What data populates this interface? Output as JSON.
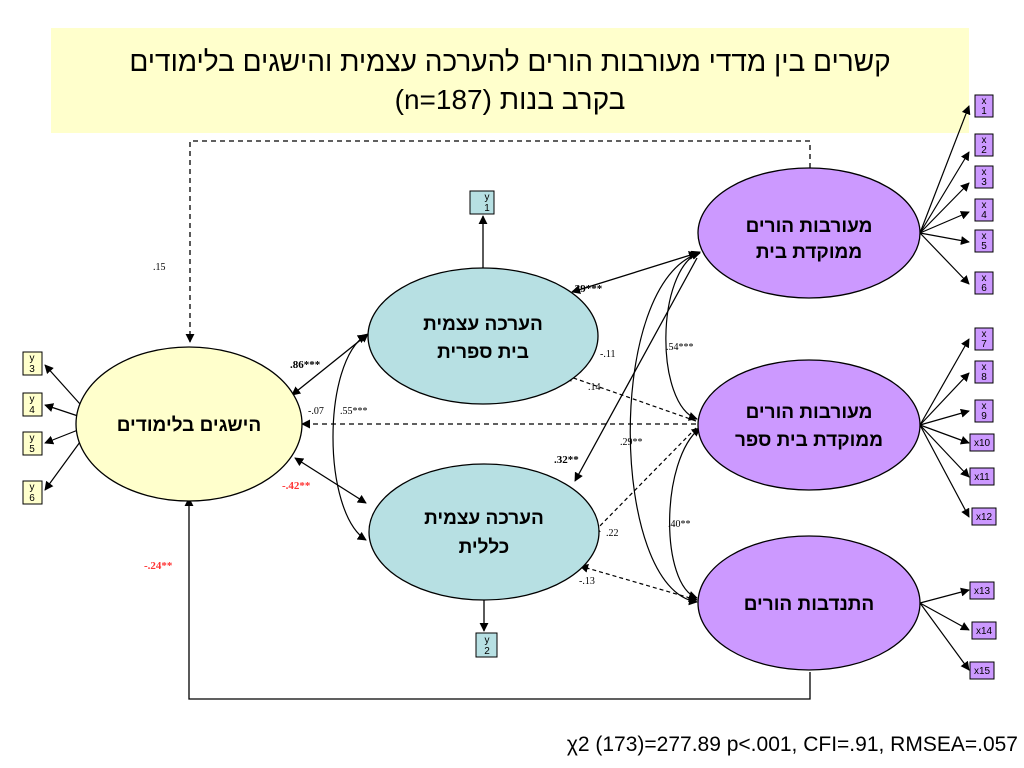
{
  "title": {
    "line1": "קשרים בין מדדי מעורבות הורים להערכה עצמית והישגים בלימודים",
    "line2": "בקרב בנות (n=187)"
  },
  "fit_stats": "χ2 (173)=277.89 p<.001, CFI=.91, RMSEA=.057",
  "colors": {
    "parent_nodes": "#cc99ff",
    "self_esteem_nodes": "#b7e0e3",
    "achievement_node": "#ffffcc",
    "negative_coef": "#ff3333"
  },
  "nodes": {
    "home_involvement": [
      "מעורבות הורים",
      "ממוקדת בית"
    ],
    "school_involvement": [
      "מעורבות הורים",
      "ממוקדת בית ספר"
    ],
    "parent_volunteering": [
      "התנדבות הורים"
    ],
    "school_self_esteem": [
      "הערכה עצמית",
      "בית ספרית"
    ],
    "general_self_esteem": [
      "הערכה עצמית",
      "כללית"
    ],
    "achievement": [
      "הישגים בלימודים"
    ]
  },
  "indicators": {
    "x1": [
      "x",
      "1"
    ],
    "x2": [
      "x",
      "2"
    ],
    "x3": [
      "x",
      "3"
    ],
    "x4": [
      "x",
      "4"
    ],
    "x5": [
      "x",
      "5"
    ],
    "x6": [
      "x",
      "6"
    ],
    "x7": [
      "x",
      "7"
    ],
    "x8": [
      "x",
      "8"
    ],
    "x9": [
      "x",
      "9"
    ],
    "x10": [
      "x10"
    ],
    "x11": [
      "x11"
    ],
    "x12": [
      "x12"
    ],
    "x13": [
      "x13"
    ],
    "x14": [
      "x14"
    ],
    "x15": [
      "x15"
    ],
    "y1": [
      "y",
      "1"
    ],
    "y2": [
      "y",
      "2"
    ],
    "y3": [
      "y",
      "3"
    ],
    "y4": [
      "y",
      "4"
    ],
    "y5": [
      "y",
      "5"
    ],
    "y6": [
      "y",
      "6"
    ]
  },
  "coefficients": {
    "home_to_achievement": ".15",
    "home_to_school_se": ".39***",
    "school_se_to_achievement": ".86***",
    "school_inv_to_school_se": "-.11",
    "corr_home_school": ".54***",
    "corr_school_volunteer": ".14",
    "school_inv_to_achievement": "-.07",
    "corr_se": ".55***",
    "corr_home_volunteer": ".29**",
    "home_to_general_se": ".32**",
    "general_se_to_achievement": "-.42**",
    "corr_school_volunteer_2": ".40**",
    "school_inv_to_general_se": ".22",
    "volunteer_to_general_se": "-.13",
    "volunteer_to_achievement": "-.24**"
  }
}
